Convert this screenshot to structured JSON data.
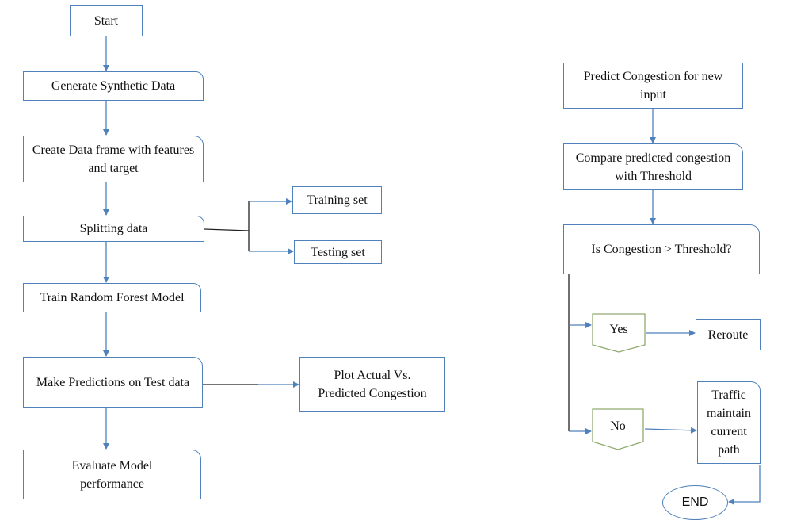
{
  "left_flow": {
    "start": "Start",
    "generate": "Generate Synthetic Data",
    "create_df": "Create Data frame with features and target",
    "splitting": "Splitting data",
    "training_set": "Training set",
    "testing_set": "Testing set",
    "train_rf": "Train Random Forest Model",
    "predict_test": "Make Predictions on Test data",
    "plot": "Plot Actual  Vs. Predicted Congestion",
    "evaluate": "Evaluate Model performance"
  },
  "right_flow": {
    "predict_new": "Predict Congestion for new input",
    "compare": "Compare predicted congestion with Threshold",
    "decision": "Is Congestion > Threshold?",
    "yes": "Yes",
    "no": "No",
    "reroute": "Reroute",
    "maintain": "Traffic maintain current path",
    "end": "END"
  },
  "colors": {
    "stroke": "#4f81bd",
    "pentagon_stroke": "#8faa6e",
    "connector": "#222222"
  }
}
